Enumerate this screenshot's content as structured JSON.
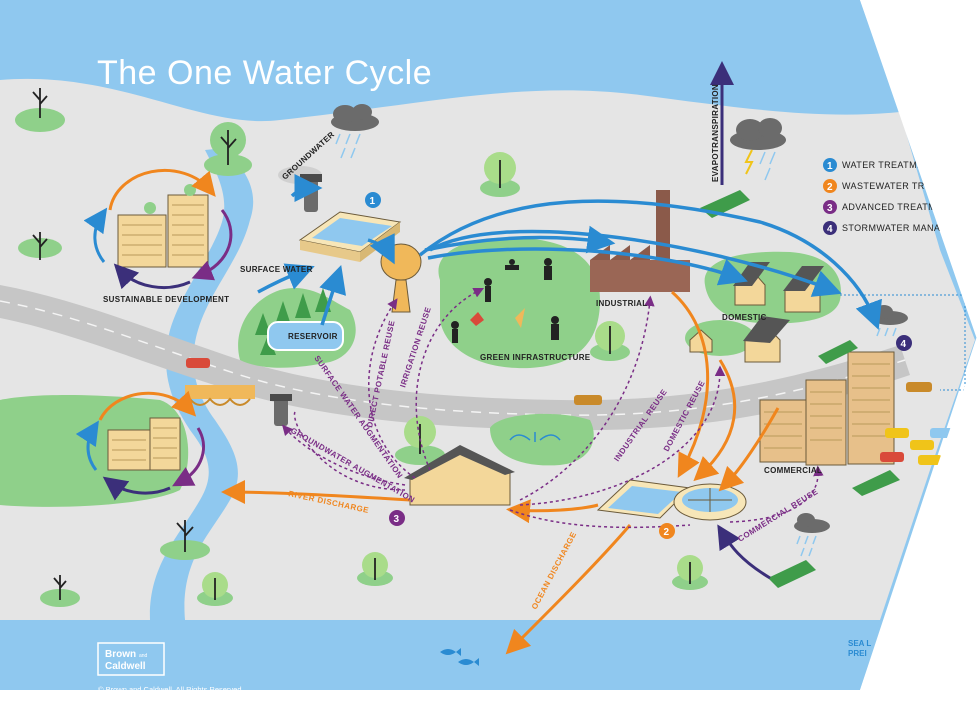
{
  "title": "The One Water Cycle",
  "labels": {
    "groundwater": "GROUNDWATER",
    "surface_water": "SURFACE WATER",
    "reservoir": "RESERVOIR",
    "sustainable_development": "SUSTAINABLE DEVELOPMENT",
    "green_infrastructure": "GREEN INFRASTRUCTURE",
    "industrial": "INDUSTRIAL",
    "domestic": "DOMESTIC",
    "commercial": "COMMERCIAL",
    "evapotranspiration": "EVAPOTRANSPIRATION"
  },
  "flows": {
    "direct_potable_reuse": "DIRECT POTABLE REUSE",
    "irrigation_reuse": "IRRIGATION REUSE",
    "surface_water_augmentation": "SURFACE WATER AUGMENTATION",
    "groundwater_augmentation": "GROUNDWATER AUGMENTATION",
    "river_discharge": "RIVER DISCHARGE",
    "ocean_discharge": "OCEAN DISCHARGE",
    "industrial_reuse": "INDUSTRIAL REUSE",
    "domestic_reuse": "DOMESTIC REUSE",
    "commercial_reuse": "COMMERCIAL REUSE"
  },
  "legend": [
    {
      "number": "1",
      "label": "WATER TREATMENT",
      "color": "#2a8bd2"
    },
    {
      "number": "2",
      "label": "WASTEWATER TREATMENT",
      "color": "#f0861e"
    },
    {
      "number": "3",
      "label": "ADVANCED TREATMENT",
      "color": "#7a2d86"
    },
    {
      "number": "4",
      "label": "STORMWATER MANAGEMENT",
      "color": "#3b2f7a"
    }
  ],
  "markers": {
    "one": "1",
    "two": "2",
    "three": "3",
    "four": "4"
  },
  "sea_label_line1": "SEA L",
  "sea_label_line2": "PREI",
  "logo": {
    "line1": "Brown",
    "and": "and",
    "line2": "Caldwell"
  },
  "copyright": "© Brown and Caldwell.  All Rights Reserved.",
  "colors": {
    "water": "#8fc8ef",
    "land": "#e5e5e5",
    "grass": "#8fd08a",
    "treatment_blue": "#2a8bd2",
    "wastewater_orange": "#f0861e",
    "advanced_purple": "#7a2d86",
    "stormwater_indigo": "#3b2f7a",
    "road": "#c6c6c6",
    "building": "#f3d79a",
    "brick": "#8b5a4a"
  }
}
